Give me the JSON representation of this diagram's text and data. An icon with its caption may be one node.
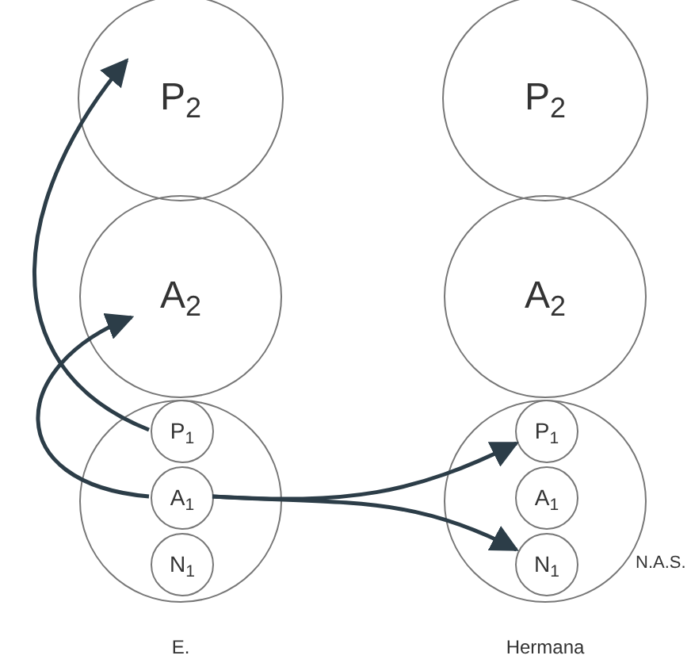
{
  "diagram": {
    "nodes": [
      {
        "text": [
          "P$_{2}$"
        ]
      },
      {
        "text": [
          "A$_{2}$"
        ]
      },
      {
        "text": [],
        "shape": "circle"
      },
      {
        "text": [
          "P$_{1}$"
        ],
        "in": 2
      },
      {
        "text": [
          "A$_{1}$"
        ],
        "in": 2
      },
      {
        "text": [
          "N$_{1}$"
        ],
        "in": 2
      },
      {
        "text": [
          "P$_{2}$"
        ]
      },
      {
        "text": [
          "A$_{2}$"
        ]
      },
      {
        "text": [],
        "shape": "circle",
        "beside": [
          "N.A.S."
        ]
      },
      {
        "text": [
          "P$_{1}$"
        ],
        "in": 8
      },
      {
        "text": [
          "A$_{1}$"
        ],
        "in": 8
      },
      {
        "text": [
          "N$_{1}$"
        ],
        "in": 8
      }
    ],
    "edges": [
      {
        "from": 3,
        "to": 0,
        "arrow": "to"
      },
      {
        "from": 4,
        "to": 1,
        "arrow": "to"
      },
      {
        "from": 4,
        "to": 9,
        "arrow": "to"
      },
      {
        "from": 4,
        "to": 11,
        "arrow": "to"
      }
    ],
    "labels": [
      "E.",
      "Hermana"
    ]
  }
}
